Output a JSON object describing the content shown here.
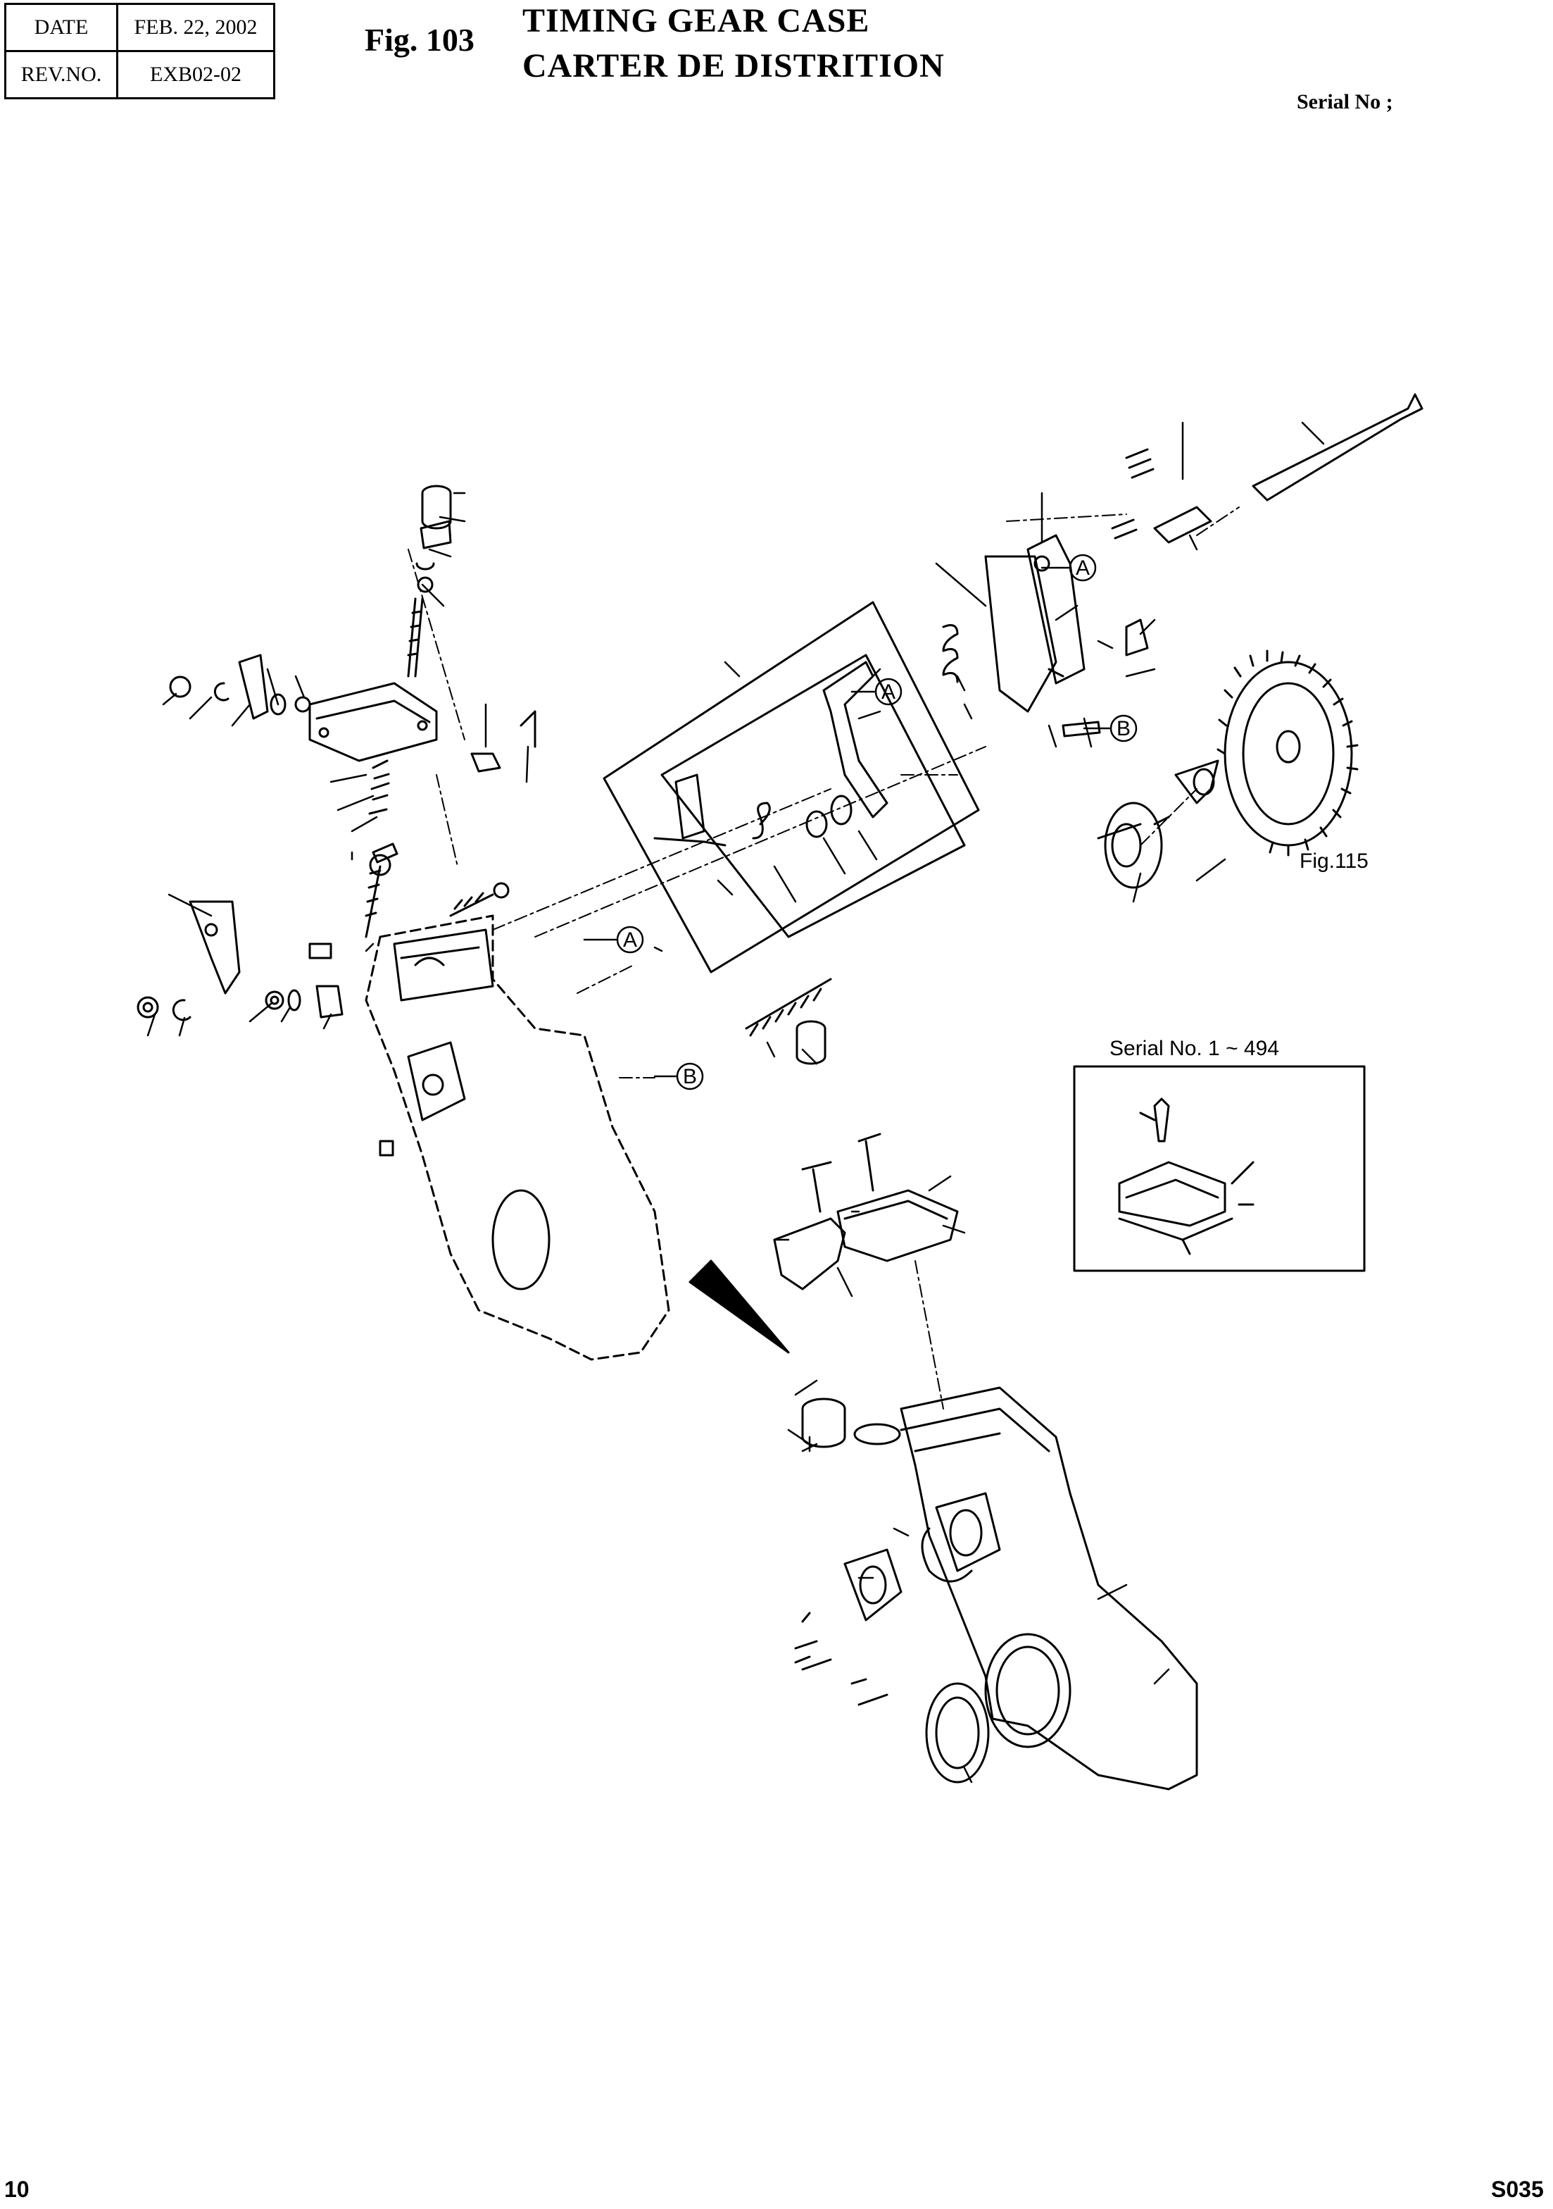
{
  "header": {
    "date_label": "DATE",
    "date_value": "FEB. 22, 2002",
    "rev_label": "REV.NO.",
    "rev_value": "EXB02-02",
    "figure": "Fig. 103",
    "title_en": "TIMING GEAR CASE",
    "title_fr": "CARTER DE DISTRITION",
    "serial": "Serial No ;"
  },
  "diagram": {
    "ref_a": "A",
    "ref_b": "B",
    "gear_ref": "Fig.115",
    "inset_title": "Serial No. 1 ~ 494"
  },
  "footer": {
    "page": "10",
    "code": "S035"
  }
}
